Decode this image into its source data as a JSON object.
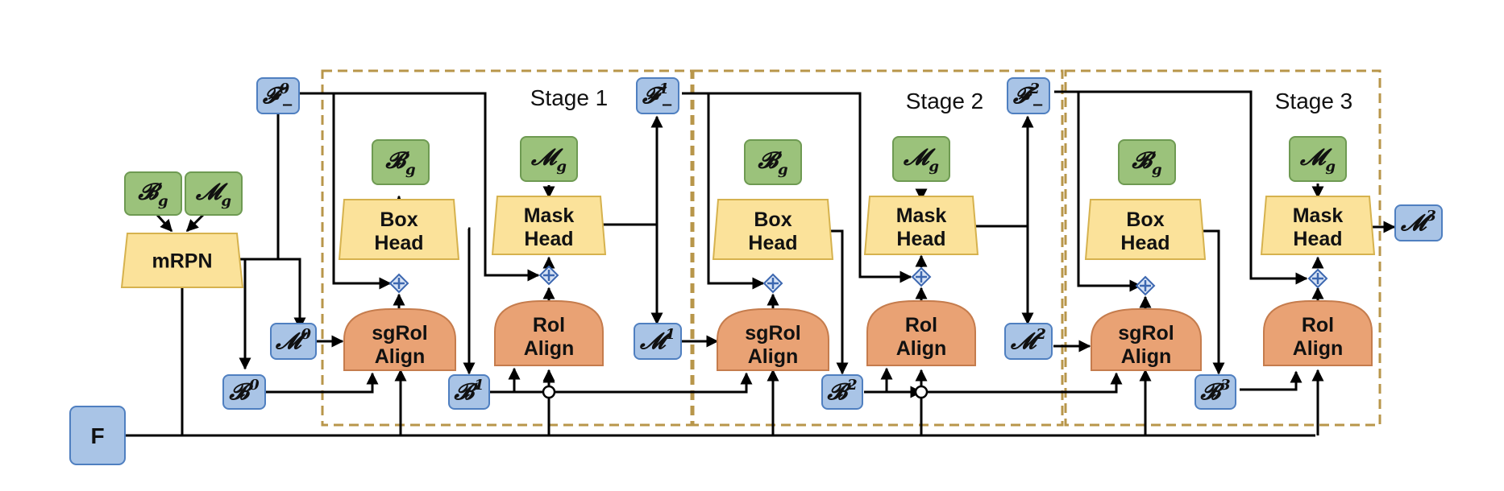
{
  "colors": {
    "blue_fill": "#a9c4e6",
    "blue_stroke": "#4f7fc0",
    "green_fill": "#9bc27b",
    "green_stroke": "#6e9a52",
    "yellow_fill": "#fbe29a",
    "yellow_stroke": "#d6b24e",
    "orange_fill": "#e9a274",
    "orange_stroke": "#c57c4d",
    "dash": "#b8964a"
  },
  "input": {
    "label": "F"
  },
  "mrpn": {
    "label": "mRPN",
    "box_prior": {
      "base": "𝓑",
      "sub": "g"
    },
    "mask_prior": {
      "base": "𝓜",
      "sub": "g"
    }
  },
  "init": {
    "feature": {
      "base": "𝓕",
      "sup": "0",
      "sub": "−"
    },
    "mask": {
      "base": "𝓜",
      "sup": "0"
    },
    "box": {
      "base": "𝓑",
      "sup": "0"
    }
  },
  "stages": [
    {
      "title": "Stage 1",
      "box_prior": {
        "base": "𝓑",
        "sub": "g"
      },
      "mask_prior": {
        "base": "𝓜",
        "sub": "g"
      },
      "box_head": [
        "Box",
        "Head"
      ],
      "mask_head": [
        "Mask",
        "Head"
      ],
      "sgroi": [
        "sgRol",
        "Align"
      ],
      "roi": [
        "Rol",
        "Align"
      ],
      "box_out": {
        "base": "𝓑",
        "sup": "1"
      },
      "mask_out": {
        "base": "𝓜",
        "sup": "1"
      },
      "feature_out": {
        "base": "𝓕",
        "sup": "1",
        "sub": "−"
      }
    },
    {
      "title": "Stage 2",
      "box_prior": {
        "base": "𝓑",
        "sub": "g"
      },
      "mask_prior": {
        "base": "𝓜",
        "sub": "g"
      },
      "box_head": [
        "Box",
        "Head"
      ],
      "mask_head": [
        "Mask",
        "Head"
      ],
      "sgroi": [
        "sgRol",
        "Align"
      ],
      "roi": [
        "Rol",
        "Align"
      ],
      "box_out": {
        "base": "𝓑",
        "sup": "2"
      },
      "mask_out": {
        "base": "𝓜",
        "sup": "2"
      },
      "feature_out": {
        "base": "𝓕",
        "sup": "2",
        "sub": "−"
      }
    },
    {
      "title": "Stage 3",
      "box_prior": {
        "base": "𝓑",
        "sub": "g"
      },
      "mask_prior": {
        "base": "𝓜",
        "sub": "g"
      },
      "box_head": [
        "Box",
        "Head"
      ],
      "mask_head": [
        "Mask",
        "Head"
      ],
      "sgroi": [
        "sgRol",
        "Align"
      ],
      "roi": [
        "Rol",
        "Align"
      ],
      "box_out": {
        "base": "𝓑",
        "sup": "3"
      },
      "mask_out": {
        "base": "𝓜",
        "sup": "3"
      }
    }
  ]
}
